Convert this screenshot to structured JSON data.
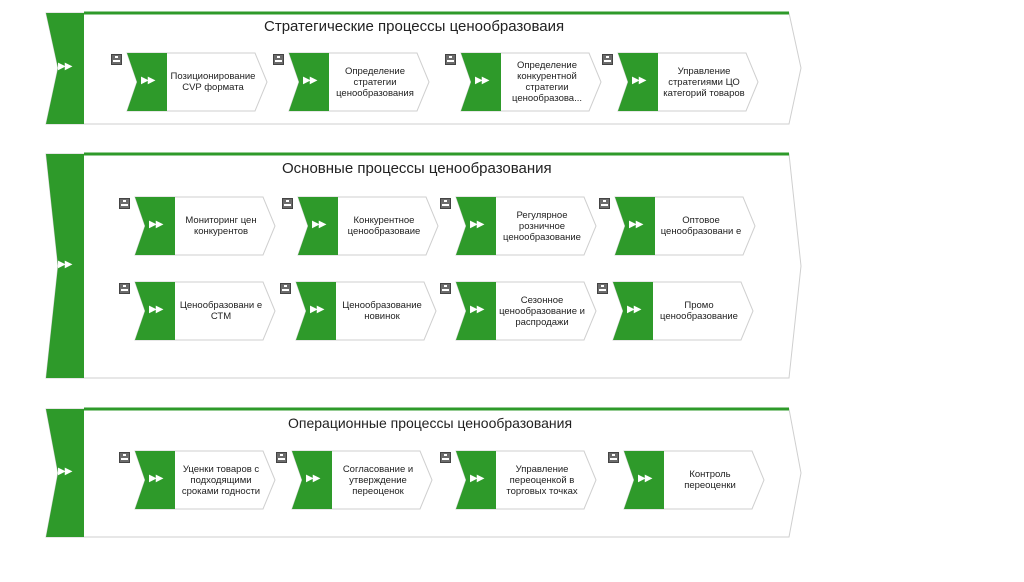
{
  "colors": {
    "green": "#2e9a2a",
    "dark_green": "#1f7d1c",
    "border": "#cfcfcf"
  },
  "icons": {
    "process_arrow": "double-chevron-icon",
    "subprocess": "hierarchy-icon"
  },
  "groups": [
    {
      "title": "Стратегические процессы ценообразоваия",
      "processes": [
        {
          "label": "Позиционирование CVP  формата"
        },
        {
          "label": "Определение стратегии ценообразования"
        },
        {
          "label": "Определение конкурентной стратегии ценообразова..."
        },
        {
          "label": "Управление стратегиями ЦО категорий товаров"
        }
      ]
    },
    {
      "title": "Основные процессы ценообразования",
      "processes": [
        {
          "label": "Мониторинг цен конкурентов"
        },
        {
          "label": "Конкурентное ценообразоваие"
        },
        {
          "label": "Регулярное розничное ценообразование"
        },
        {
          "label": "Оптовое ценообразовани е"
        },
        {
          "label": "Ценообразовани е СТМ"
        },
        {
          "label": "Ценообразование новинок"
        },
        {
          "label": "Сезонное ценообразование и распродажи"
        },
        {
          "label": "Промо ценообразование"
        }
      ]
    },
    {
      "title": "Операционные процессы ценообразования",
      "processes": [
        {
          "label": "Уценки товаров с подходящими сроками годности"
        },
        {
          "label": "Согласование и утверждение переоценок"
        },
        {
          "label": "Управление переоценкой в торговых точках"
        },
        {
          "label": "Контроль переоценки"
        }
      ]
    }
  ]
}
